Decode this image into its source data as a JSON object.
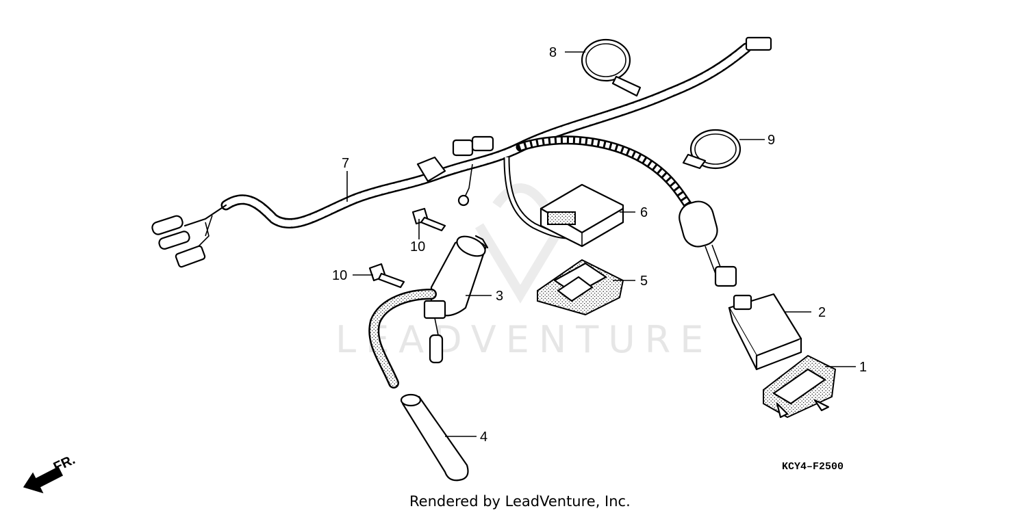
{
  "diagram": {
    "code": "KCY4–F2500",
    "front_label": "FR.",
    "credit": "Rendered by LeadVenture, Inc.",
    "watermark": "LEADVENTURE",
    "callouts": [
      {
        "id": "1",
        "label": "1"
      },
      {
        "id": "2",
        "label": "2"
      },
      {
        "id": "3",
        "label": "3"
      },
      {
        "id": "4",
        "label": "4"
      },
      {
        "id": "5",
        "label": "5"
      },
      {
        "id": "6",
        "label": "6"
      },
      {
        "id": "7",
        "label": "7"
      },
      {
        "id": "8",
        "label": "8"
      },
      {
        "id": "9",
        "label": "9"
      },
      {
        "id": "10a",
        "label": "10"
      },
      {
        "id": "10b",
        "label": "10"
      }
    ]
  }
}
